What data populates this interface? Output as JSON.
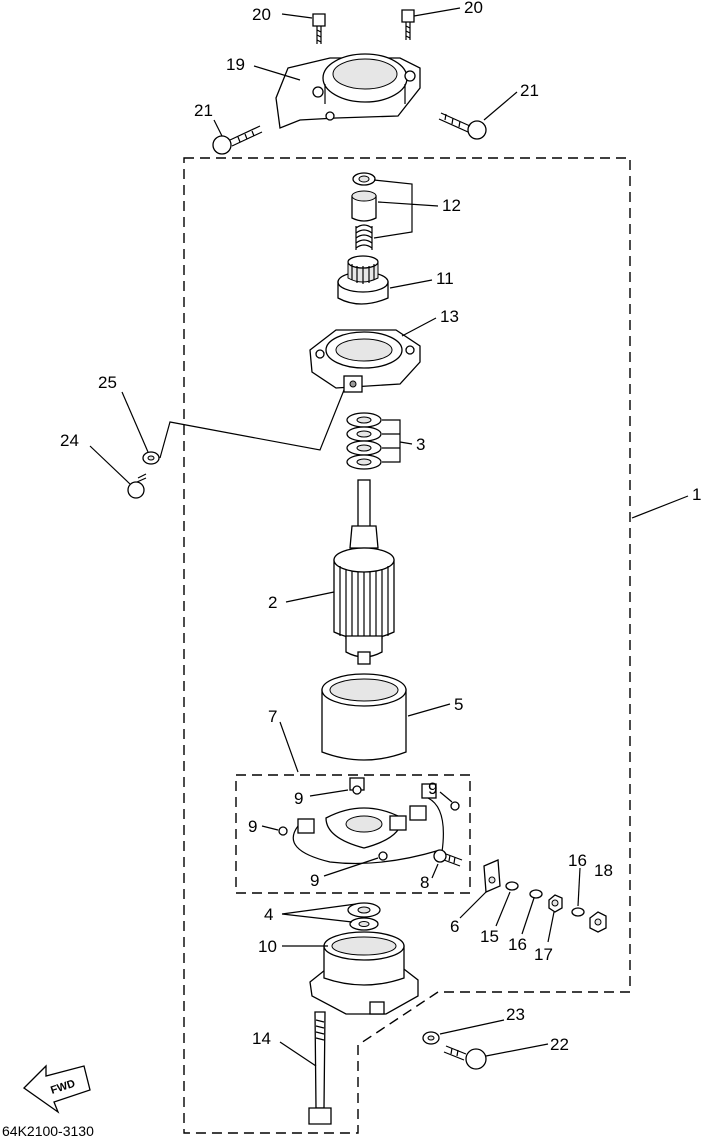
{
  "diagram": {
    "drawing_code": "64K2100-3130",
    "fwd_label": "FWD",
    "callouts": {
      "c1": "1",
      "c2": "2",
      "c3": "3",
      "c4": "4",
      "c5": "5",
      "c6": "6",
      "c7": "7",
      "c8": "8",
      "c9a": "9",
      "c9b": "9",
      "c9c": "9",
      "c9d": "9",
      "c10": "10",
      "c11": "11",
      "c12": "12",
      "c13": "13",
      "c14": "14",
      "c15": "15",
      "c16a": "16",
      "c16b": "16",
      "c17": "17",
      "c18": "18",
      "c19": "19",
      "c20a": "20",
      "c20b": "20",
      "c21a": "21",
      "c21b": "21",
      "c22": "22",
      "c23": "23",
      "c24": "24",
      "c25": "25"
    }
  }
}
